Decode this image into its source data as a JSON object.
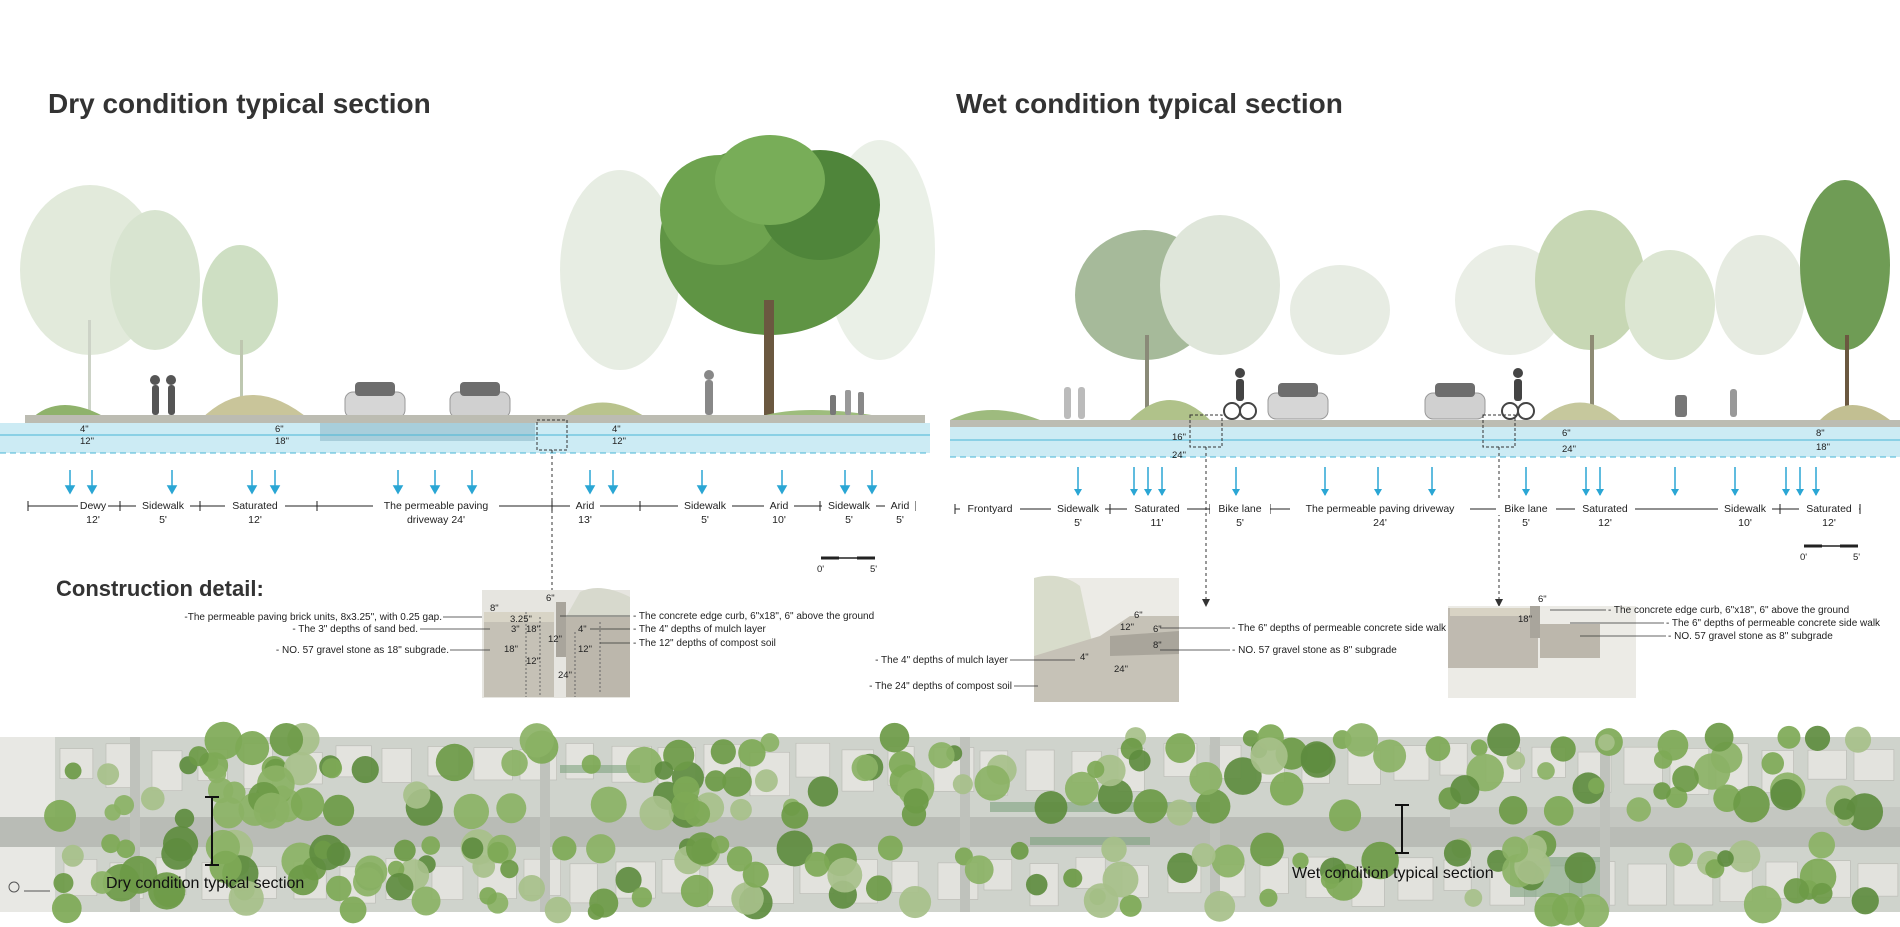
{
  "titles": {
    "dry": "Dry condition typical section",
    "wet": "Wet condition typical section",
    "construction": "Construction detail:"
  },
  "dry_segments": [
    {
      "name": "Dewy",
      "width": "12'"
    },
    {
      "name": "Sidewalk",
      "width": "5'"
    },
    {
      "name": "Saturated",
      "width": "12'"
    },
    {
      "name": "The permeable paving",
      "width": "driveway 24'"
    },
    {
      "name": "Arid",
      "width": "13'"
    },
    {
      "name": "Sidewalk",
      "width": "5'"
    },
    {
      "name": "Arid",
      "width": "10'"
    },
    {
      "name": "Sidewalk",
      "width": "5'"
    },
    {
      "name": "Arid",
      "width": "5'"
    }
  ],
  "wet_segments": [
    {
      "name": "Frontyard",
      "width": ""
    },
    {
      "name": "Sidewalk",
      "width": "5'"
    },
    {
      "name": "Saturated",
      "width": "11'"
    },
    {
      "name": "Bike lane",
      "width": "5'"
    },
    {
      "name": "The permeable paving driveway",
      "width": "24'"
    },
    {
      "name": "Bike lane",
      "width": "5'"
    },
    {
      "name": "Saturated",
      "width": "12'"
    },
    {
      "name": "Sidewalk",
      "width": "10'"
    },
    {
      "name": "Saturated",
      "width": "12'"
    }
  ],
  "section_depths": {
    "dry": [
      [
        "4\"",
        "12\""
      ],
      [
        "6\"",
        "18\""
      ],
      [
        "4\"",
        "12\""
      ]
    ],
    "wet": [
      [
        "16\"",
        "24\""
      ],
      [
        "6\"",
        "24\""
      ],
      [
        "8\"",
        "18\""
      ]
    ]
  },
  "scale": {
    "start": "0'",
    "end": "5'"
  },
  "dry_detail": {
    "left_notes": [
      "-The permeable paving brick units, 8x3.25\", with 0.25 gap.",
      "- The 3\" depths of sand bed.",
      "- NO. 57 gravel stone as 18\" subgrade."
    ],
    "right_notes": [
      "- The concrete edge curb, 6\"x18\", 6\" above the ground",
      "- The 4\" depths of mulch layer",
      "- The 12\" depths of compost soil"
    ],
    "dims": [
      "8\"",
      "3.25\"",
      "3\"",
      "18\"",
      "6\"",
      "12\"",
      "18\"",
      "4\"",
      "12\"",
      "12\"",
      "24\""
    ]
  },
  "wet_detail_left": {
    "right_notes": [
      "- The 6\" depths of permeable concrete side walk",
      "- NO. 57 gravel stone as 8\" subgrade"
    ],
    "left_notes": [
      "- The 4\" depths of mulch layer",
      "- The 24\" depths of compost soil"
    ],
    "dims": [
      "6\"",
      "12\"",
      "6\"",
      "8\"",
      "4\"",
      "24\""
    ]
  },
  "wet_detail_right": {
    "notes": [
      "- The concrete edge curb, 6\"x18\", 6\" above the ground",
      "- The 6\" depths of permeable concrete side walk",
      "- NO. 57 gravel stone as 8\" subgrade"
    ],
    "dims": [
      "6\"",
      "18\""
    ]
  },
  "plan": {
    "dry_label": "Dry condition typical section",
    "wet_label": "Wet condition typical section"
  },
  "colors": {
    "water": "#bfe6f1",
    "water_line": "#47b6d6",
    "arrow": "#2aa6d4",
    "tree": "#5f9444",
    "tree_faded": "#c7d8bc",
    "soil": "#b7b3a9",
    "aerial_tree": "#6d9a47",
    "aerial_base": "#cfd3cc"
  }
}
